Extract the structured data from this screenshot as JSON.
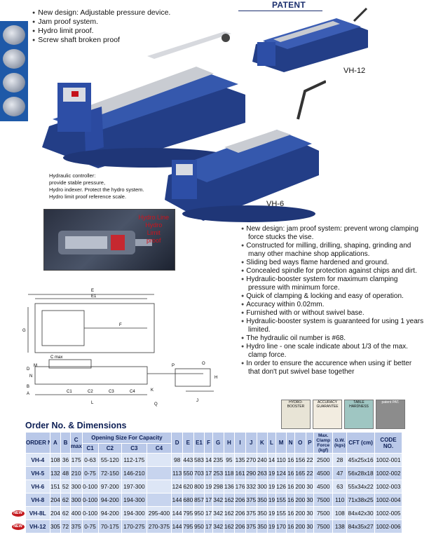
{
  "header": {
    "patent": "PATENT"
  },
  "top_features": [
    "New design: Adjustable pressure device.",
    "Jam proof system.",
    "Hydro limit proof.",
    "Screw shaft broken proof"
  ],
  "models": {
    "vh12": "VH-12",
    "vh6": "VH-6"
  },
  "hydraulic_notes": [
    "Hydraulic controller:",
    "provide stable pressure,",
    "Hydro indexer. Protect the hydro system.",
    "Hydro limit proof reference scale."
  ],
  "photo_tag": [
    "Hydro Line",
    "Hydro",
    "Limit",
    "proof"
  ],
  "features": [
    "New design: jam proof system: prevent wrong clamping force stucks the vise.",
    "Constructed for milling, drilling, shaping, grinding and many other machine shop applications.",
    "Sliding bed ways flame hardened and ground.",
    "Concealed spindle for protection against chips and dirt.",
    "Hydraulic-booster system for maximum clamping pressure with minimum force.",
    "Quick of clamping & locking and easy of operation.",
    "Accuracy within 0.02mm.",
    "Furnished with or without swivel base.",
    "Hydraulic-booster system is guaranteed for using 1 years limited.",
    "The hydraulic oil number is #68.",
    "Hydro line - one scale indicate about 1/3 of the max. clamp force.",
    "In order to ensure the accurence when using it' better that don't put swivel base together"
  ],
  "badges": [
    {
      "label": "HYDRO-BOOSTER",
      "color": "#e8e4d6"
    },
    {
      "label": "ACCURACY GUARANTEE",
      "color": "#f2ece0"
    },
    {
      "label": "TABLE HARDNESS",
      "color": "#9fc6c2"
    },
    {
      "label": "patent PAT.",
      "color": "#8c8c8c"
    }
  ],
  "drawing_labels": {
    "E": "E",
    "E1": "E1",
    "G": "G",
    "F": "F",
    "M": "M",
    "C_max": "C max",
    "N": "N",
    "C1": "C1",
    "C2": "C2",
    "C3": "C3",
    "C4": "C4",
    "K": "K",
    "L": "L",
    "Q": "Q",
    "H": "H",
    "J": "J",
    "B": "B",
    "D": "D",
    "A": "A",
    "P": "P",
    "O": "O"
  },
  "order": {
    "title": "Order No. & Dimensions",
    "headers": {
      "order_no": "ORDER NO.",
      "A": "A",
      "B": "B",
      "C": "C max",
      "opening": "Opening Size For Capacity",
      "C1": "C1",
      "C2": "C2",
      "C3": "C3",
      "C4": "C4",
      "D": "D",
      "E": "E",
      "E1": "E1",
      "F": "F",
      "G": "G",
      "H": "H",
      "I": "I",
      "J": "J",
      "K": "K",
      "L": "L",
      "M": "M",
      "N": "N",
      "O": "O",
      "P": "P",
      "clamp": "Max. Clamp Force (kgf)",
      "gw": "G.W. (kgs)",
      "cft": "CFT (cm)",
      "code": "CODE NO."
    },
    "new_label": "NEW",
    "rows": [
      {
        "model": "VH-4",
        "new": false,
        "A": "108",
        "B": "36",
        "C": "175",
        "C1": "0-63",
        "C2": "55-120",
        "C3": "112-175",
        "C4": "",
        "D": "98",
        "E": "443",
        "E1": "583",
        "F": "14",
        "G": "235",
        "H": "95",
        "I": "135",
        "J": "270",
        "K": "240",
        "L": "14",
        "M": "110",
        "N": "16",
        "O": "156",
        "P": "22",
        "clamp": "2500",
        "gw": "28",
        "cft": "45x25x16",
        "code": "1002-001"
      },
      {
        "model": "VH-5",
        "new": false,
        "A": "132",
        "B": "48",
        "C": "210",
        "C1": "0-75",
        "C2": "72-150",
        "C3": "146-210",
        "C4": "",
        "D": "113",
        "E": "550",
        "E1": "703",
        "F": "17",
        "G": "253",
        "H": "118",
        "I": "161",
        "J": "290",
        "K": "263",
        "L": "19",
        "M": "124",
        "N": "16",
        "O": "165",
        "P": "22",
        "clamp": "4500",
        "gw": "47",
        "cft": "56x28x18",
        "code": "1002-002"
      },
      {
        "model": "VH-6",
        "new": false,
        "A": "151",
        "B": "52",
        "C": "300",
        "C1": "0-100",
        "C2": "97-200",
        "C3": "197-300",
        "C4": "",
        "D": "124",
        "E": "620",
        "E1": "800",
        "F": "19",
        "G": "298",
        "H": "136",
        "I": "176",
        "J": "332",
        "K": "300",
        "L": "19",
        "M": "126",
        "N": "16",
        "O": "200",
        "P": "30",
        "clamp": "4500",
        "gw": "63",
        "cft": "55x34x22",
        "code": "1002-003"
      },
      {
        "model": "VH-8",
        "new": false,
        "A": "204",
        "B": "62",
        "C": "300",
        "C1": "0-100",
        "C2": "94-200",
        "C3": "194-300",
        "C4": "",
        "D": "144",
        "E": "680",
        "E1": "857",
        "F": "17",
        "G": "342",
        "H": "162",
        "I": "206",
        "J": "375",
        "K": "350",
        "L": "19",
        "M": "155",
        "N": "16",
        "O": "200",
        "P": "30",
        "clamp": "7500",
        "gw": "110",
        "cft": "71x38x25",
        "code": "1002-004"
      },
      {
        "model": "VH-8L",
        "new": true,
        "A": "204",
        "B": "62",
        "C": "400",
        "C1": "0-100",
        "C2": "94-200",
        "C3": "194-300",
        "C4": "295-400",
        "D": "144",
        "E": "795",
        "E1": "950",
        "F": "17",
        "G": "342",
        "H": "162",
        "I": "206",
        "J": "375",
        "K": "350",
        "L": "19",
        "M": "155",
        "N": "16",
        "O": "200",
        "P": "30",
        "clamp": "7500",
        "gw": "108",
        "cft": "84x42x30",
        "code": "1002-005"
      },
      {
        "model": "VH-12",
        "new": true,
        "A": "305",
        "B": "72",
        "C": "375",
        "C1": "0-75",
        "C2": "70-175",
        "C3": "170-275",
        "C4": "270-375",
        "D": "144",
        "E": "795",
        "E1": "950",
        "F": "17",
        "G": "342",
        "H": "162",
        "I": "206",
        "J": "375",
        "K": "350",
        "L": "19",
        "M": "170",
        "N": "16",
        "O": "200",
        "P": "30",
        "clamp": "7500",
        "gw": "138",
        "cft": "84x35x27",
        "code": "1002-006"
      }
    ]
  }
}
